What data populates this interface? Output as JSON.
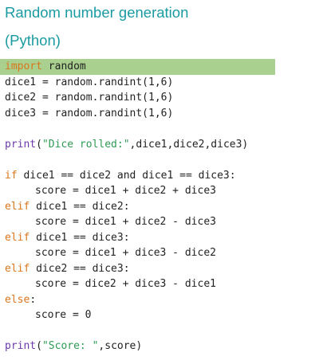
{
  "heading": {
    "line1": "Random number generation",
    "line2": "(Python)"
  },
  "code": {
    "import_kw": "import",
    "import_mod": " random",
    "l_dice1": "dice1 = random.randint(1,6)",
    "l_dice2": "dice2 = random.randint(1,6)",
    "l_dice3": "dice3 = random.randint(1,6)",
    "print1_fn": "print",
    "print1_open": "(",
    "print1_str": "\"Dice rolled:\"",
    "print1_rest": ",dice1,dice2,dice3)",
    "if_kw": "if",
    "if_cond": " dice1 == dice2 and dice1 == dice3:",
    "if_body": "score = dice1 + dice2 + dice3",
    "elif_kw": "elif",
    "elif1_cond": " dice1 == dice2:",
    "elif1_body": "score = dice1 + dice2 - dice3",
    "elif2_cond": " dice1 == dice3:",
    "elif2_body": "score = dice1 + dice3 - dice2",
    "elif3_cond": " dice2 == dice3:",
    "elif3_body": "score = dice2 + dice3 - dice1",
    "else_kw": "else",
    "else_colon": ":",
    "else_body": "score = 0",
    "print2_fn": "print",
    "print2_open": "(",
    "print2_str": "\"Score: \"",
    "print2_rest": ",score)"
  },
  "colors": {
    "heading": "#1a9ba1",
    "keyword": "#d9761c",
    "string": "#2e9a54",
    "function": "#6a3aa8",
    "highlight": "#a9d08e",
    "text": "#222222"
  }
}
